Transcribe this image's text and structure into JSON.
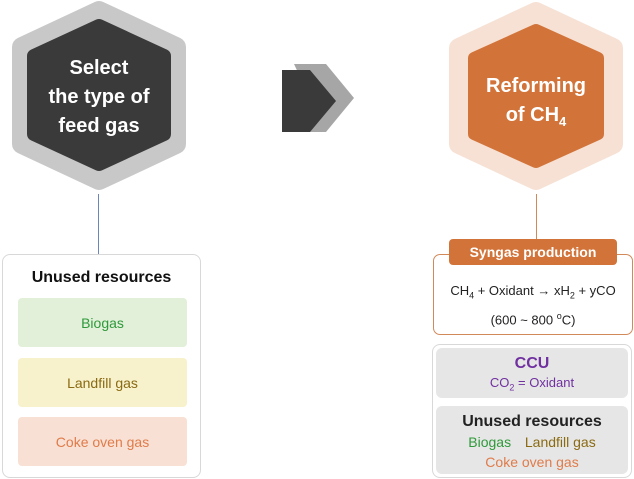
{
  "left_hex": {
    "lines": [
      "Select",
      "the type of",
      "feed gas"
    ],
    "fill": "#3a3a3a",
    "ring": "#c8c8c8"
  },
  "right_hex": {
    "line1": "Reforming",
    "line2_prefix": "of CH",
    "line2_sub": "4",
    "fill": "#d2743a",
    "ring": "#f6e1d4"
  },
  "arrow": {
    "front": "#3a3a3a",
    "back": "#a6a6a6"
  },
  "left_card": {
    "title": "Unused resources",
    "items": [
      {
        "label": "Biogas",
        "bg": "#e2f0d9",
        "color": "#2e9a3a"
      },
      {
        "label": "Landfill gas",
        "bg": "#f7f1cc",
        "color": "#8a6a12"
      },
      {
        "label": "Coke oven gas",
        "bg": "#f8e1d4",
        "color": "#e07b4a"
      }
    ]
  },
  "syngas": {
    "tag": "Syngas production",
    "eq": {
      "ch": "CH",
      "ch_sub": "4",
      "mid": " + Oxidant → xH",
      "h_sub": "2",
      "end": " + yCO"
    },
    "temp": {
      "pre": "(600 ~ 800 ",
      "sup": "o",
      "post": "C)"
    }
  },
  "ccu": {
    "title": "CCU",
    "co": "CO",
    "co_sub": "2",
    "rest": " = Oxidant",
    "color": "#7030a0"
  },
  "right_unused": {
    "title": "Unused resources",
    "biogas": "Biogas",
    "landfill": "Landfill gas",
    "coke": "Coke oven gas",
    "colors": {
      "biogas": "#2e9a3a",
      "landfill": "#8a6a12",
      "coke": "#e07b4a"
    }
  }
}
